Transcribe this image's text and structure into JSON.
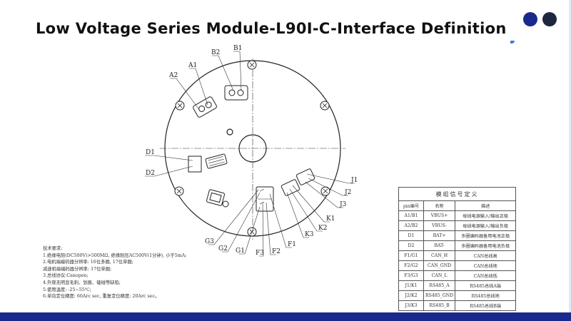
{
  "title": "Low Voltage Series Module-L90I-C-Interface Definition",
  "colors": {
    "accent_dot_1": "#1a2a8c",
    "accent_dot_2": "#1e2640",
    "bottom_bar": "#1a2a8c"
  },
  "diagram": {
    "labels": {
      "B1": "B1",
      "B2": "B2",
      "A1": "A1",
      "A2": "A2",
      "D1": "D1",
      "D2": "D2",
      "J1": "J1",
      "J2": "J2",
      "J3": "J3",
      "K1": "K1",
      "K2": "K2",
      "K3": "K3",
      "F1": "F1",
      "F2": "F2",
      "F3": "F3",
      "G1": "G1",
      "G2": "G2",
      "G3": "G3"
    }
  },
  "notes": [
    "技术要求:",
    "1.绝缘电阻(DC500V)>500MΩ, 绝缘耐压AC500V(1分钟), 小于5mA;",
    "2.电机端编码器分辨率: 16位多圈, 17位单圈;",
    "减速机端编码器分辨率: 17位单圈;",
    "3.总线协议:Canopen;",
    "4.外观无明显毛刺、划痕、磕碰等缺陷;",
    "5.使用温度: -25~55℃;",
    "6.单向定位精度: 60Arc sec, 重复定位精度: 20Arc sec。"
  ],
  "table": {
    "title": "模组信号定义",
    "headers": [
      "pin编号",
      "名称",
      "描述"
    ],
    "rows": [
      [
        "A1/B1",
        "VBUS+",
        "母线电源输入/输出正极"
      ],
      [
        "A2/B2",
        "VBUS-",
        "母线电源输入/输出负极"
      ],
      [
        "D1",
        "BAT+",
        "多圈编码器备用电池正极"
      ],
      [
        "D2",
        "BAT-",
        "多圈编码器备用电池负极"
      ],
      [
        "F1/G1",
        "CAN_H",
        "CAN总线高"
      ],
      [
        "F2/G2",
        "CAN_GND",
        "CAN总线地"
      ],
      [
        "F3/G3",
        "CAN_L",
        "CAN总线低"
      ],
      [
        "J1/K1",
        "RS485_A",
        "RS485总线A端"
      ],
      [
        "J2/K2",
        "RS485_GND",
        "RS485总线地"
      ],
      [
        "J3/K3",
        "RS485_B",
        "RS485总线B端"
      ]
    ]
  }
}
